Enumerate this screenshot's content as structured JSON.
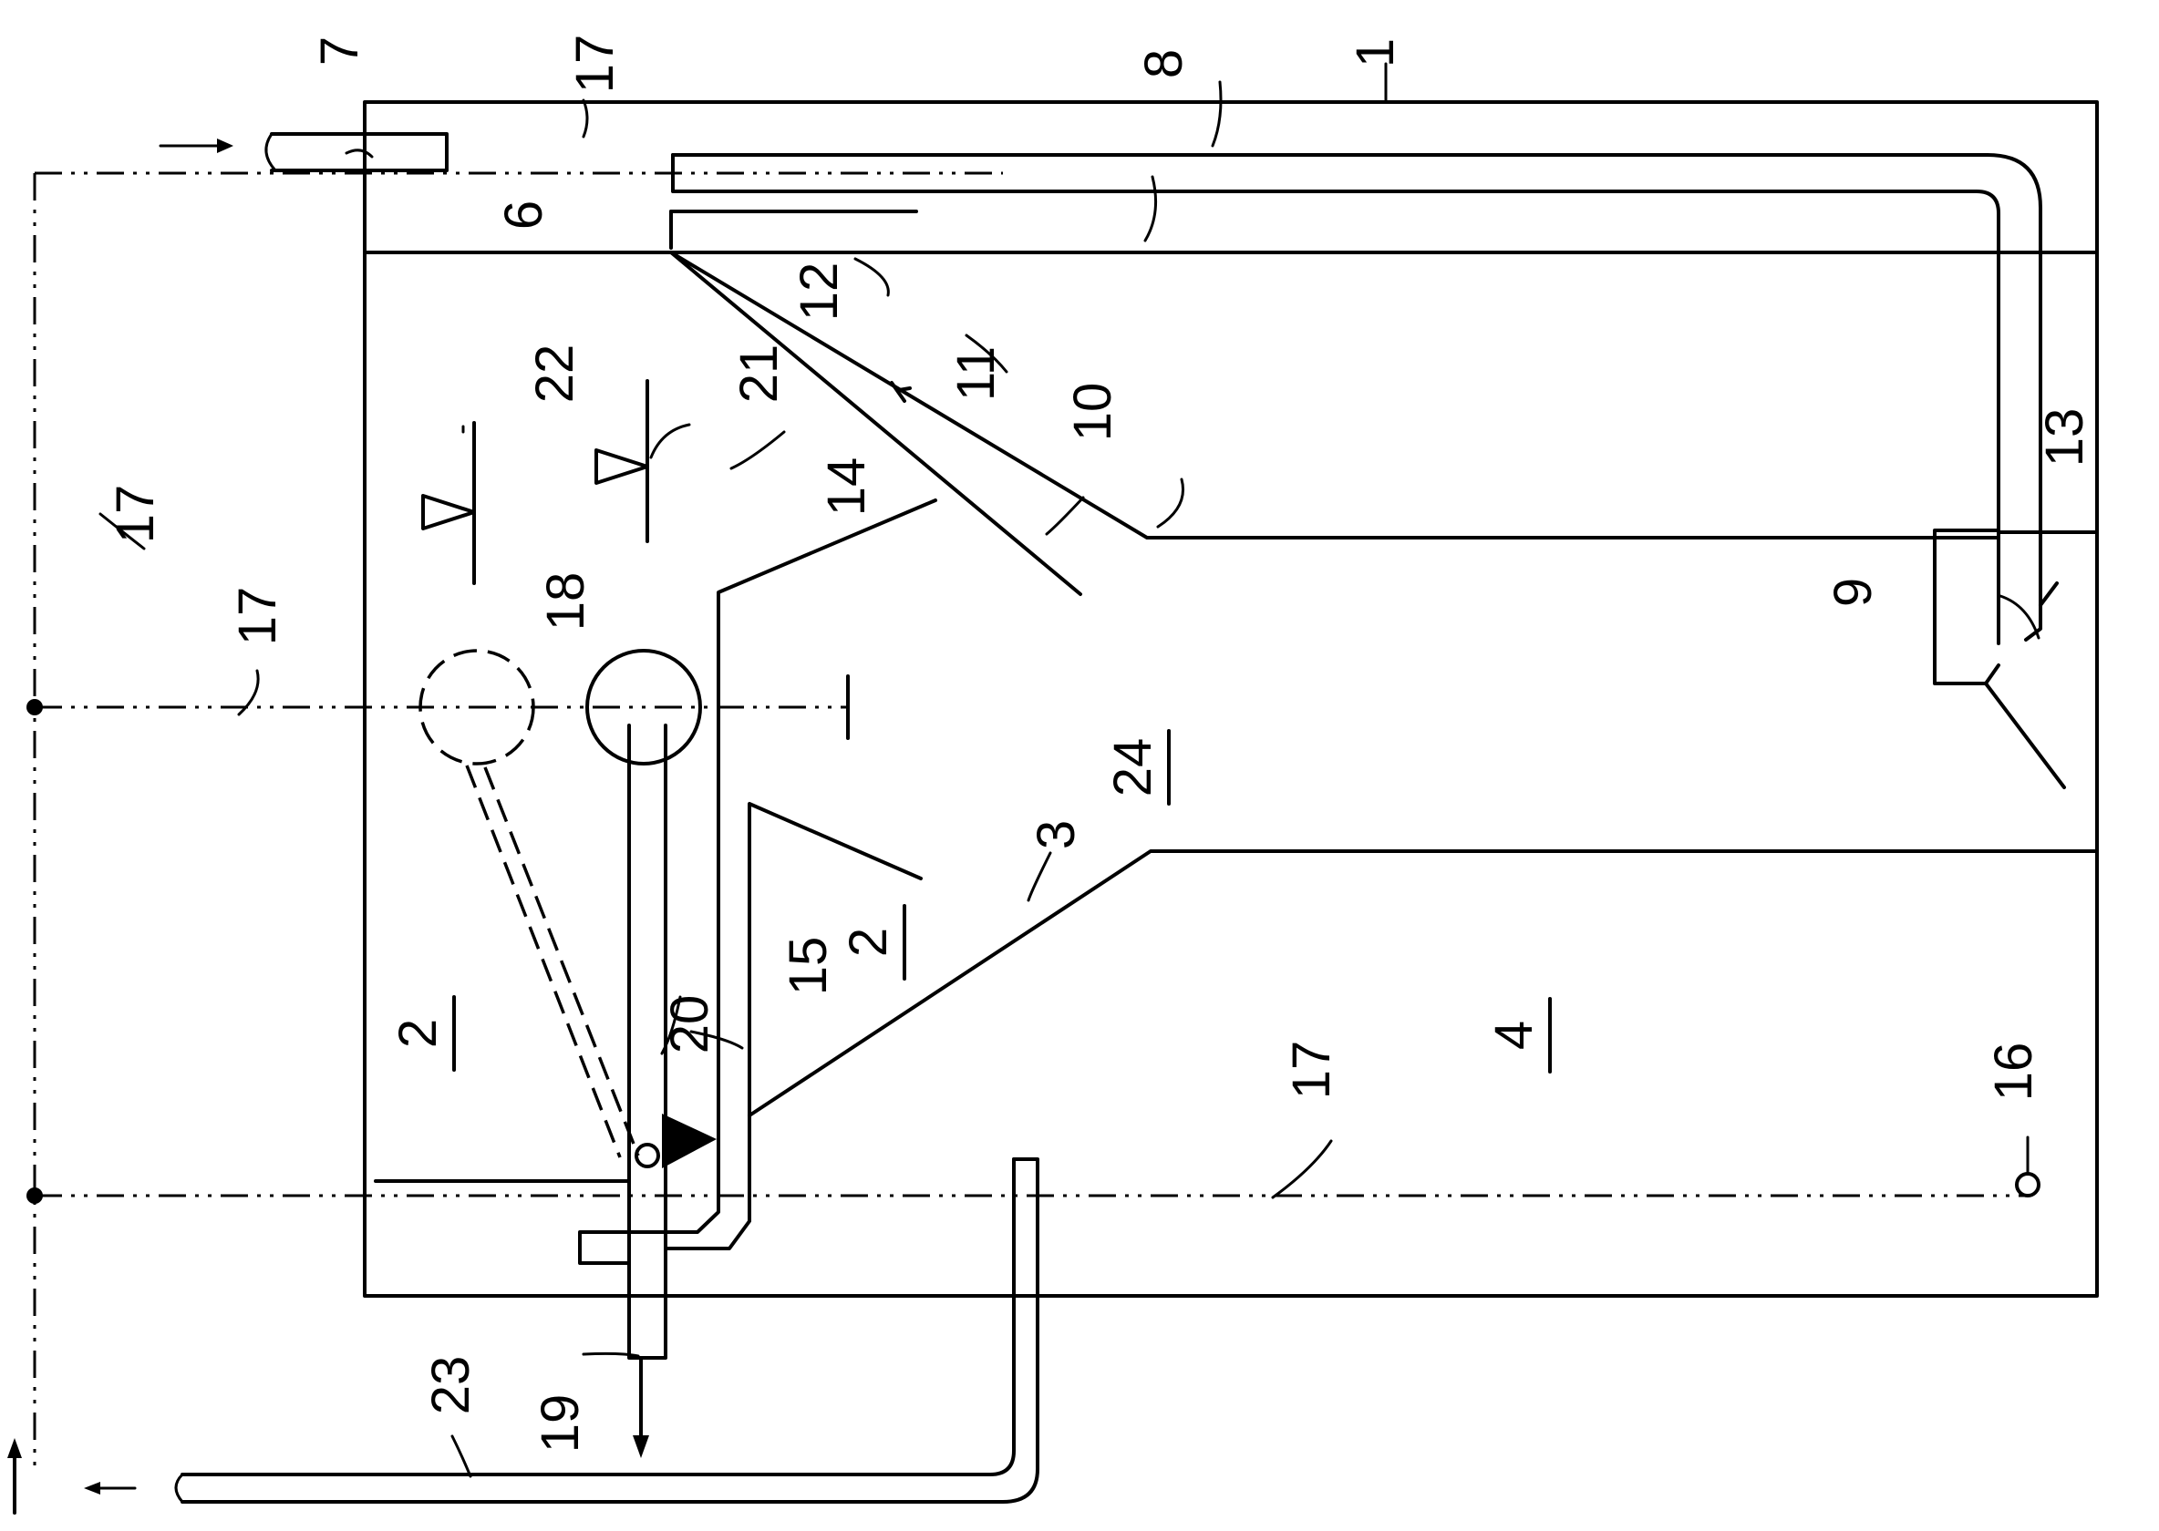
{
  "labels": {
    "l1": "1",
    "l2a": "2",
    "l2b": "2",
    "l3": "3",
    "l4": "4",
    "l6": "6",
    "l7": "7",
    "l8": "8",
    "l9": "9",
    "l10": "10",
    "l11": "11",
    "l12": "12",
    "l13": "13",
    "l14": "14",
    "l15": "15",
    "l16": "16",
    "l17a": "17",
    "l17b": "17",
    "l17c": "17",
    "l17d": "17",
    "l18": "18",
    "l19": "19",
    "l20": "20",
    "l21": "21",
    "l22": "22",
    "l23": "23",
    "l24": "24"
  }
}
